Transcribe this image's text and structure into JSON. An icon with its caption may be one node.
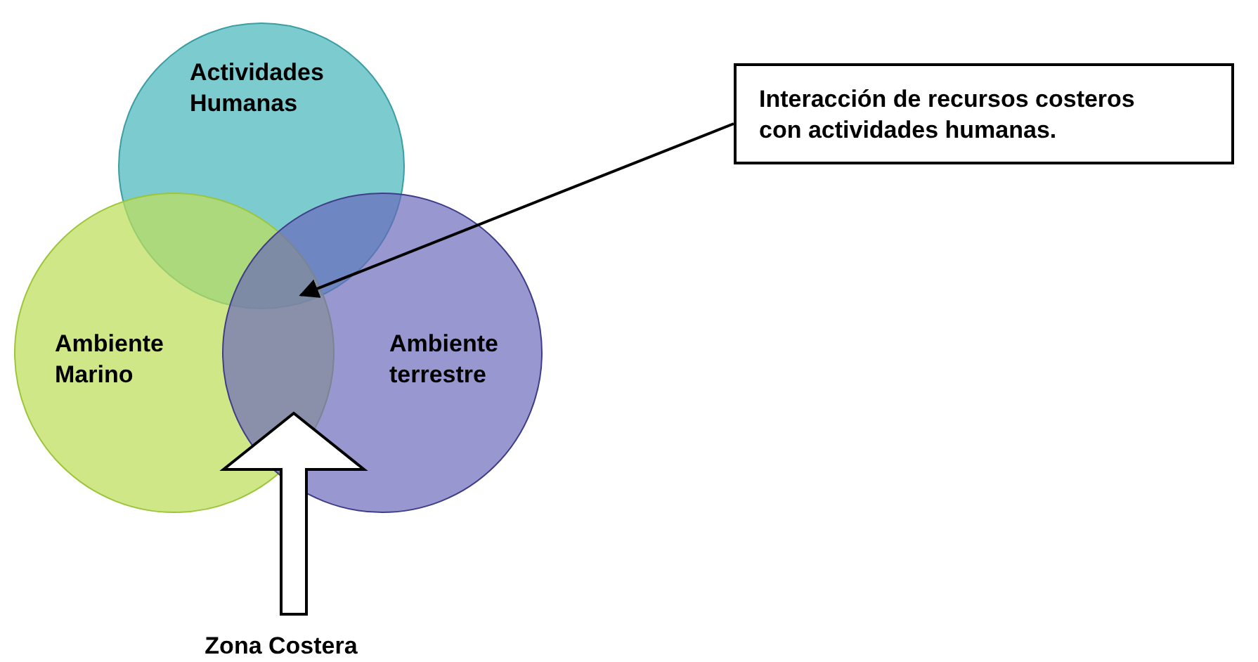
{
  "diagram": {
    "nodes": [
      {
        "text": [
          "Actividades Humanas"
        ]
      },
      {
        "text": [
          "Ambiente Marino"
        ]
      },
      {
        "text": [
          "Ambiente terrestre"
        ]
      },
      {
        "text": [
          "Interacción de recursos costeros con actividades humanas."
        ]
      },
      {
        "text": [
          "Zona Costera"
        ]
      }
    ],
    "edges": [
      {
        "from": 3,
        "to": 0,
        "arrow": "to"
      },
      {
        "from": 4,
        "to": null,
        "arrow": "to",
        "style": "thick"
      }
    ]
  }
}
